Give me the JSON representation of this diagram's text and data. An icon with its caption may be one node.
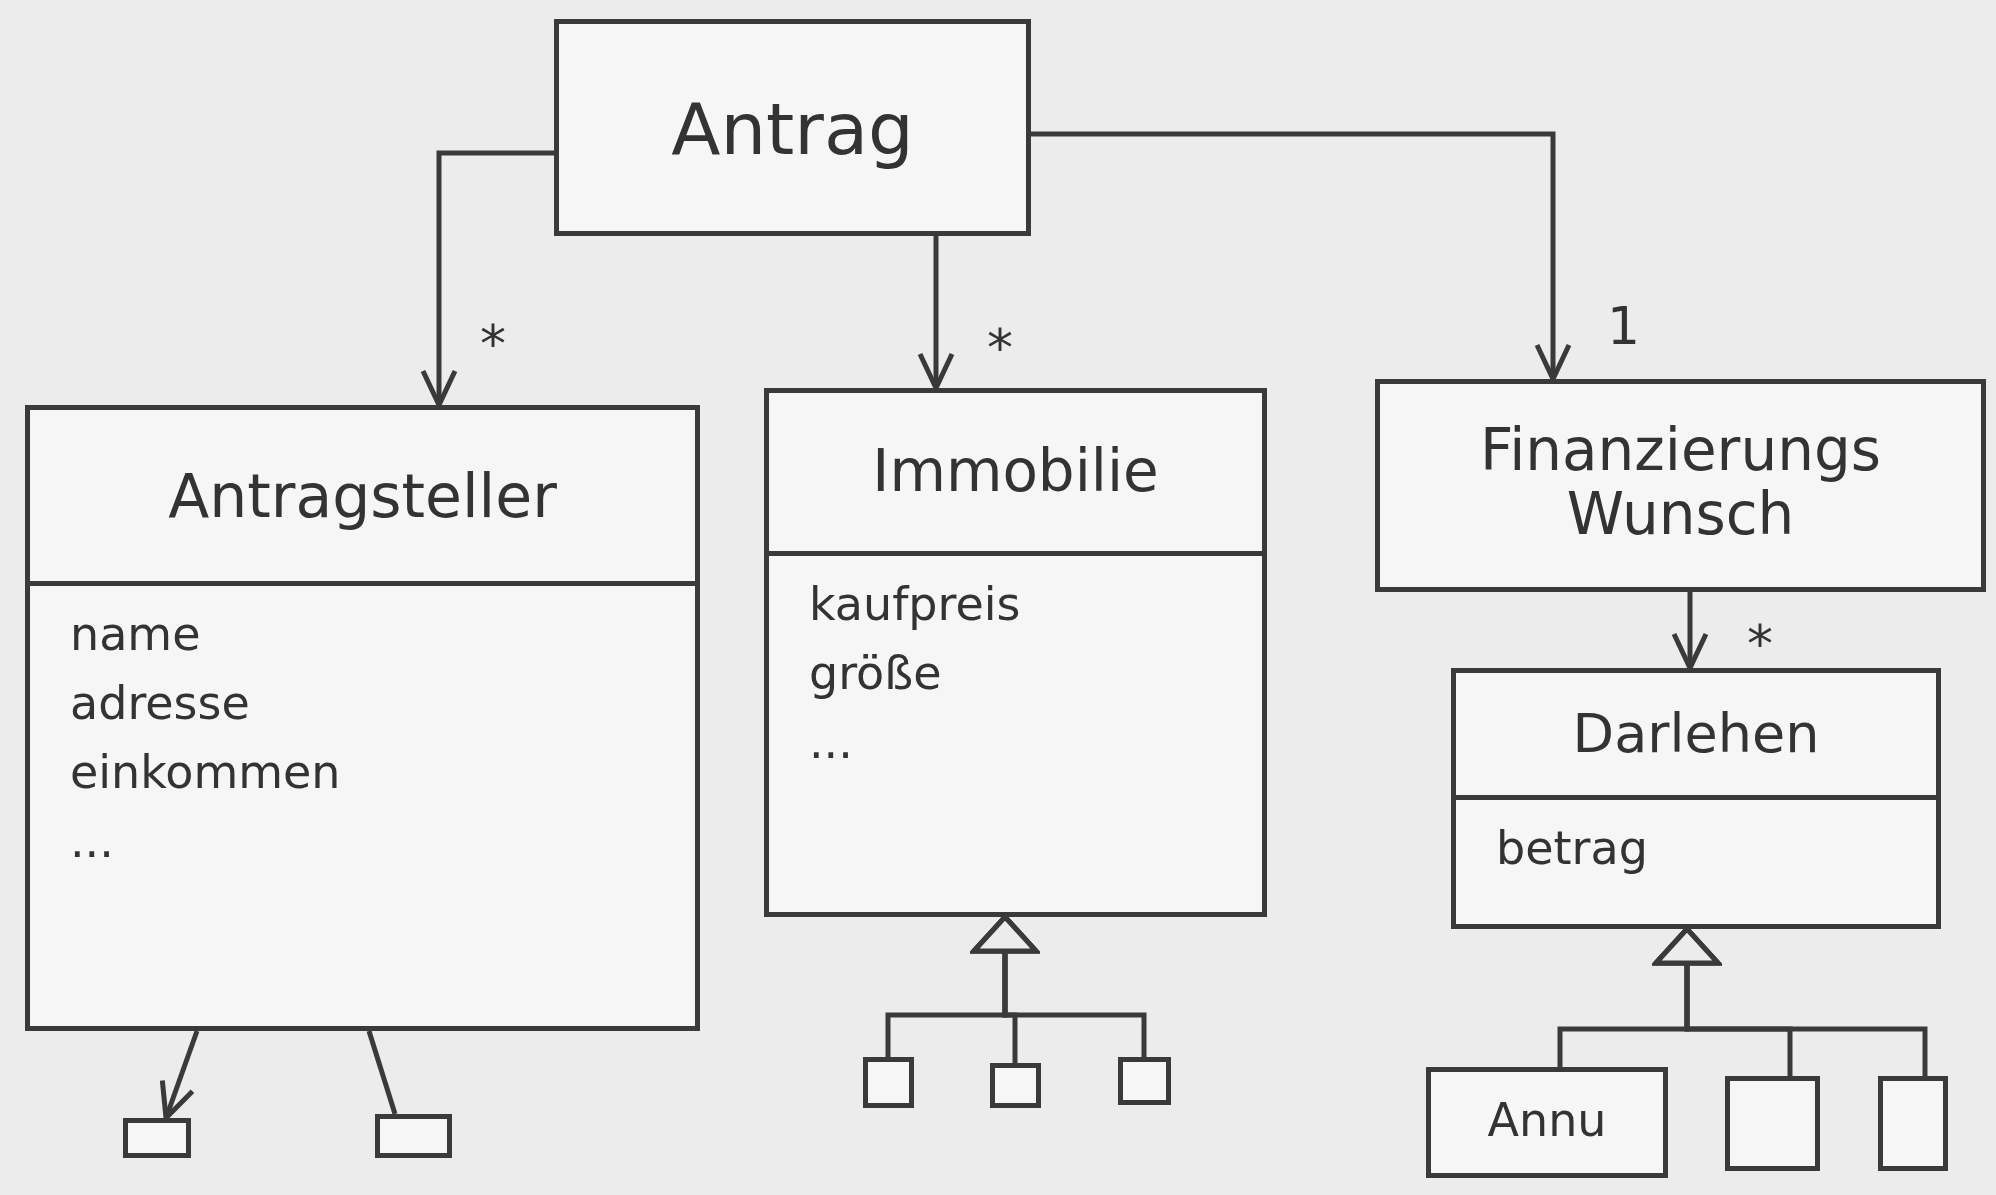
{
  "diagram": {
    "nodes": [
      {
        "text": [
          "Antrag"
        ]
      },
      {
        "text": [
          "Antragsteller",
          "name",
          "adresse",
          "einkommen",
          "..."
        ]
      },
      {
        "text": [
          "Immobilie",
          "kaufpreis",
          "größe",
          "..."
        ]
      },
      {
        "text": [
          "Finanzierungs Wunsch"
        ]
      },
      {
        "text": [
          "Darlehen",
          "betrag"
        ]
      },
      {
        "text": [],
        "shape": "box"
      },
      {
        "text": [],
        "shape": "box"
      },
      {
        "text": [],
        "shape": "box"
      },
      {
        "text": [],
        "shape": "box"
      },
      {
        "text": [],
        "shape": "box"
      },
      {
        "text": [
          "Annu"
        ]
      },
      {
        "text": [],
        "shape": "box"
      },
      {
        "text": [],
        "shape": "box"
      }
    ],
    "edges": [
      {
        "from": 0,
        "to": 1,
        "arrow": "to",
        "label": "*"
      },
      {
        "from": 0,
        "to": 2,
        "arrow": "to",
        "label": "*"
      },
      {
        "from": 0,
        "to": 3,
        "arrow": "to",
        "label": "1"
      },
      {
        "from": 3,
        "to": 4,
        "arrow": "to",
        "label": "*"
      },
      {
        "from": 1,
        "to": 5,
        "arrow": "to"
      },
      {
        "from": 1,
        "to": 6,
        "arrow": "none"
      },
      {
        "from": 7,
        "to": 2,
        "arrow": "to"
      },
      {
        "from": 8,
        "to": 2,
        "arrow": "to"
      },
      {
        "from": 9,
        "to": 2,
        "arrow": "to"
      },
      {
        "from": 10,
        "to": 4,
        "arrow": "to"
      },
      {
        "from": 11,
        "to": 4,
        "arrow": "to"
      },
      {
        "from": 12,
        "to": 4,
        "arrow": "to"
      }
    ]
  }
}
